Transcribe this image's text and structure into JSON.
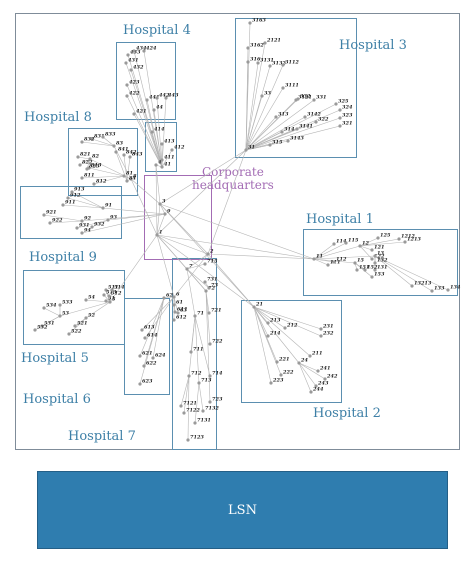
{
  "hospitals": {
    "h1": "Hospital 1",
    "h2": "Hospital 2",
    "h3": "Hospital 3",
    "h4": "Hospital 4",
    "h5": "Hospital 5",
    "h6": "Hospital 6",
    "h7": "Hospital 7",
    "h8": "Hospital 8",
    "h9": "Hospital 9"
  },
  "hq": {
    "line1": "Corporate",
    "line2": "headquarters"
  },
  "lsn": "LSN",
  "colors": {
    "cluster_border": "#5b8fb0",
    "label": "#3d7fa6",
    "hq": "#a36cb4",
    "lsn": "#2f7daf",
    "edge": "#b5b5b5",
    "node": "#9a9a9a"
  },
  "nodes": [
    {
      "id": "1"
    },
    {
      "id": "2"
    },
    {
      "id": "3"
    },
    {
      "id": "11"
    },
    {
      "id": "111"
    },
    {
      "id": "112"
    },
    {
      "id": "114"
    },
    {
      "id": "115"
    },
    {
      "id": "12"
    },
    {
      "id": "121"
    },
    {
      "id": "122"
    },
    {
      "id": "125"
    },
    {
      "id": "1212"
    },
    {
      "id": "1213"
    },
    {
      "id": "13"
    },
    {
      "id": "131"
    },
    {
      "id": "132"
    },
    {
      "id": "133"
    },
    {
      "id": "134"
    },
    {
      "id": "13213"
    },
    {
      "id": "15"
    },
    {
      "id": "151"
    },
    {
      "id": "152"
    },
    {
      "id": "153"
    },
    {
      "id": "21"
    },
    {
      "id": "211"
    },
    {
      "id": "212"
    },
    {
      "id": "213"
    },
    {
      "id": "214"
    },
    {
      "id": "221"
    },
    {
      "id": "222"
    },
    {
      "id": "223"
    },
    {
      "id": "231"
    },
    {
      "id": "232"
    },
    {
      "id": "24"
    },
    {
      "id": "241"
    },
    {
      "id": "242"
    },
    {
      "id": "243"
    },
    {
      "id": "244"
    },
    {
      "id": "31"
    },
    {
      "id": "3163"
    },
    {
      "id": "2121"
    },
    {
      "id": "3162"
    },
    {
      "id": "316"
    },
    {
      "id": "3131"
    },
    {
      "id": "3132"
    },
    {
      "id": "3112"
    },
    {
      "id": "3111"
    },
    {
      "id": "313"
    },
    {
      "id": "3121"
    },
    {
      "id": "3142"
    },
    {
      "id": "331"
    },
    {
      "id": "332"
    },
    {
      "id": "33"
    },
    {
      "id": "325"
    },
    {
      "id": "324"
    },
    {
      "id": "323"
    },
    {
      "id": "321"
    },
    {
      "id": "314"
    },
    {
      "id": "3141"
    },
    {
      "id": "3143"
    },
    {
      "id": "315"
    },
    {
      "id": "322"
    },
    {
      "id": "4"
    },
    {
      "id": "41"
    },
    {
      "id": "411"
    },
    {
      "id": "412"
    },
    {
      "id": "413"
    },
    {
      "id": "414"
    },
    {
      "id": "421"
    },
    {
      "id": "422"
    },
    {
      "id": "423"
    },
    {
      "id": "424"
    },
    {
      "id": "431"
    },
    {
      "id": "432"
    },
    {
      "id": "433"
    },
    {
      "id": "434"
    },
    {
      "id": "441"
    },
    {
      "id": "442"
    },
    {
      "id": "443"
    },
    {
      "id": "44"
    },
    {
      "id": "5"
    },
    {
      "id": "51"
    },
    {
      "id": "511"
    },
    {
      "id": "512"
    },
    {
      "id": "513"
    },
    {
      "id": "514"
    },
    {
      "id": "52"
    },
    {
      "id": "521"
    },
    {
      "id": "522"
    },
    {
      "id": "53"
    },
    {
      "id": "531"
    },
    {
      "id": "532"
    },
    {
      "id": "533"
    },
    {
      "id": "534"
    },
    {
      "id": "54"
    },
    {
      "id": "6"
    },
    {
      "id": "61"
    },
    {
      "id": "611"
    },
    {
      "id": "612"
    },
    {
      "id": "613"
    },
    {
      "id": "614"
    },
    {
      "id": "62"
    },
    {
      "id": "621"
    },
    {
      "id": "622"
    },
    {
      "id": "623"
    },
    {
      "id": "624"
    },
    {
      "id": "63"
    },
    {
      "id": "7"
    },
    {
      "id": "71"
    },
    {
      "id": "711"
    },
    {
      "id": "712"
    },
    {
      "id": "713"
    },
    {
      "id": "714"
    },
    {
      "id": "715"
    },
    {
      "id": "72"
    },
    {
      "id": "721"
    },
    {
      "id": "722"
    },
    {
      "id": "723"
    },
    {
      "id": "7121"
    },
    {
      "id": "7122"
    },
    {
      "id": "7123"
    },
    {
      "id": "7131"
    },
    {
      "id": "7132"
    },
    {
      "id": "73"
    },
    {
      "id": "731"
    },
    {
      "id": "8"
    },
    {
      "id": "81"
    },
    {
      "id": "811"
    },
    {
      "id": "812"
    },
    {
      "id": "813"
    },
    {
      "id": "82"
    },
    {
      "id": "821"
    },
    {
      "id": "822"
    },
    {
      "id": "823"
    },
    {
      "id": "83"
    },
    {
      "id": "831"
    },
    {
      "id": "832"
    },
    {
      "id": "833"
    },
    {
      "id": "84"
    },
    {
      "id": "841"
    },
    {
      "id": "842"
    },
    {
      "id": "843"
    },
    {
      "id": "9"
    },
    {
      "id": "91"
    },
    {
      "id": "911"
    },
    {
      "id": "912"
    },
    {
      "id": "913"
    },
    {
      "id": "92"
    },
    {
      "id": "921"
    },
    {
      "id": "922"
    },
    {
      "id": "93"
    },
    {
      "id": "931"
    },
    {
      "id": "932"
    },
    {
      "id": "94"
    }
  ]
}
